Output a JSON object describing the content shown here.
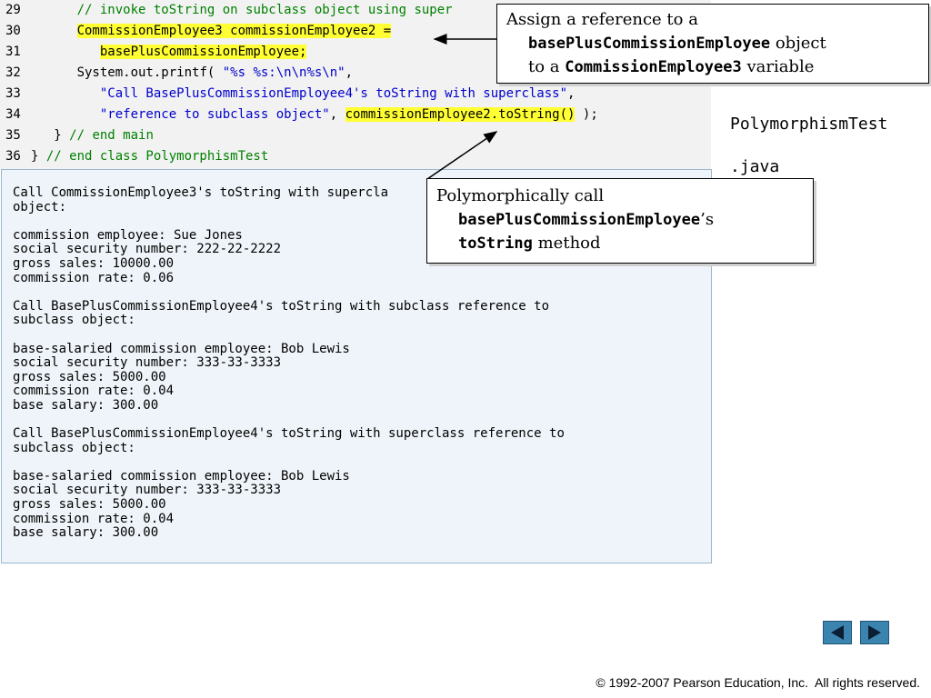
{
  "code": {
    "lines": [
      {
        "num": "29",
        "indent": "      ",
        "comment": "// invoke toString on subclass object using super"
      },
      {
        "num": "30",
        "indent": "      ",
        "code": "CommissionEmployee3 commissionEmployee2 ="
      },
      {
        "num": "31",
        "indent": "         ",
        "code": "basePlusCommissionEmployee;"
      },
      {
        "num": "32",
        "indent": "      ",
        "pre": "System.out.printf( ",
        "string": "\"%s %s:\\n\\n%s\\n\"",
        "post": ","
      },
      {
        "num": "33",
        "indent": "         ",
        "string": "\"Call BasePlusCommissionEmployee4's toString with superclass\"",
        "post": ","
      },
      {
        "num": "34",
        "indent": "         ",
        "string": "\"reference to subclass object\"",
        "mid": ", ",
        "highlight": "commissionEmployee2.toString()",
        "post": " );"
      },
      {
        "num": "35",
        "indent": "   ",
        "brace": "} ",
        "comment": "// end main"
      },
      {
        "num": "36",
        "indent": "",
        "brace": "} ",
        "comment": "// end class PolymorphismTest"
      }
    ]
  },
  "output": {
    "text": "Call CommissionEmployee3's toString with supercla\nobject:\n\ncommission employee: Sue Jones\nsocial security number: 222-22-2222\ngross sales: 10000.00\ncommission rate: 0.06\n\nCall BasePlusCommissionEmployee4's toString with subclass reference to\nsubclass object:\n\nbase-salaried commission employee: Bob Lewis\nsocial security number: 333-33-3333\ngross sales: 5000.00\ncommission rate: 0.04\nbase salary: 300.00\n\nCall BasePlusCommissionEmployee4's toString with superclass reference to\nsubclass object:\n\nbase-salaried commission employee: Bob Lewis\nsocial security number: 333-33-3333\ngross sales: 5000.00\ncommission rate: 0.04\nbase salary: 300.00"
  },
  "filename": {
    "line1": "PolymorphismTest",
    "line2": ".java"
  },
  "callout1": {
    "t1": "Assign a reference to a",
    "code1": "basePlusCommissionEmployee",
    "t2": " object",
    "t3": "to a ",
    "code2": "CommissionEmployee3",
    "t4": " variable"
  },
  "callout2": {
    "t1": "Polymorphically call",
    "code1": "basePlusCommissionEmployee",
    "t2": "’s",
    "code2": "toString",
    "t3": " method"
  },
  "nav": {
    "prev_icon": "triangle-left-icon",
    "next_icon": "triangle-right-icon",
    "color": "#3c84b0"
  },
  "footer": "© 1992-2007 Pearson Education, Inc.  All rights reserved."
}
